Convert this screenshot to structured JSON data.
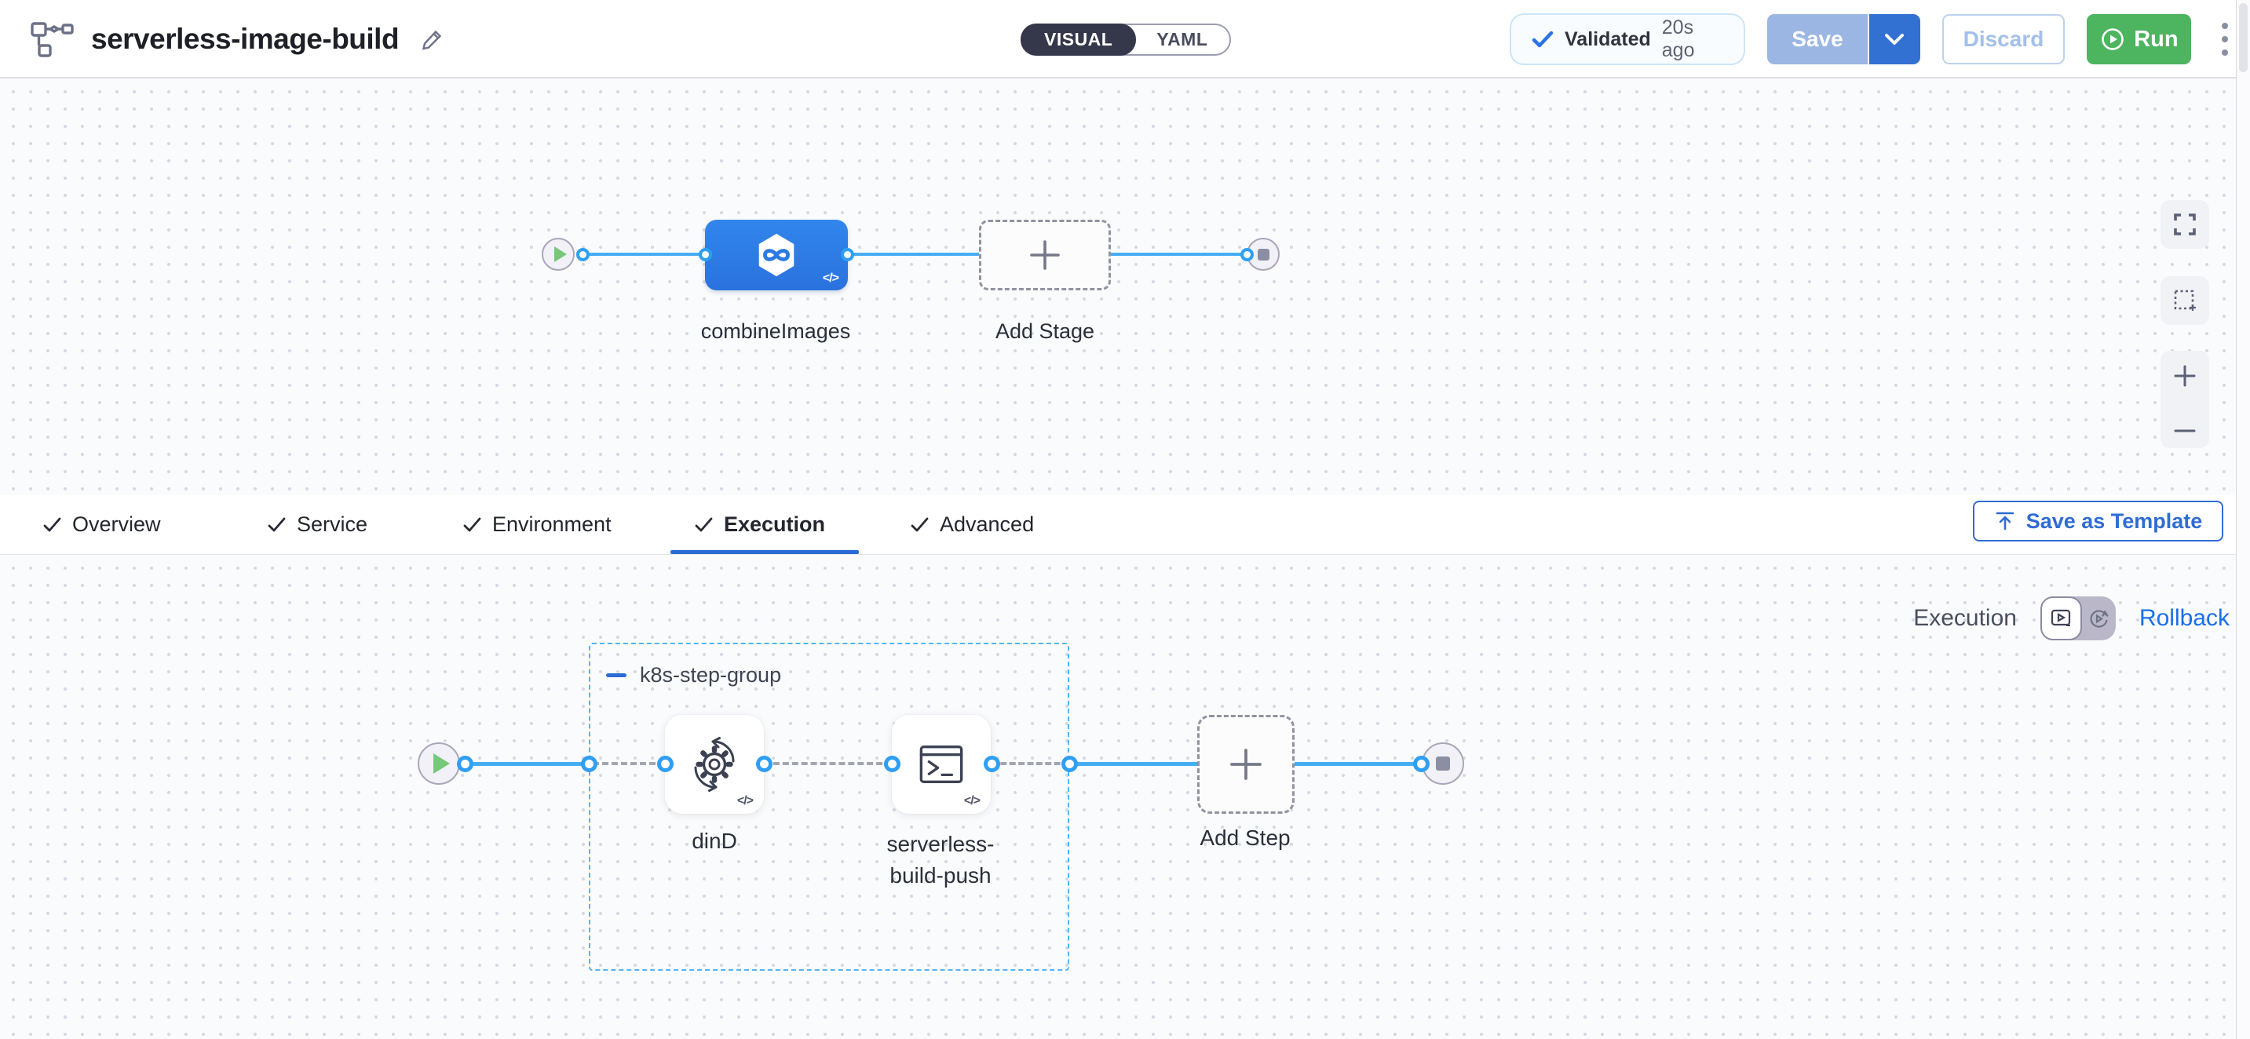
{
  "header": {
    "title": "serverless-image-build",
    "mode_toggle": {
      "visual_label": "VISUAL",
      "yaml_label": "YAML",
      "selected": "VISUAL"
    },
    "validation_badge": {
      "label": "Validated",
      "time": "20s ago"
    },
    "buttons": {
      "save": "Save",
      "discard": "Discard",
      "run": "Run"
    }
  },
  "stage_canvas": {
    "stage_label": "combineImages",
    "add_stage_label": "Add Stage"
  },
  "config_tabs": {
    "items": [
      {
        "label": "Overview",
        "checked": true,
        "active": false
      },
      {
        "label": "Service",
        "checked": true,
        "active": false
      },
      {
        "label": "Environment",
        "checked": true,
        "active": false
      },
      {
        "label": "Execution",
        "checked": true,
        "active": true
      },
      {
        "label": "Advanced",
        "checked": true,
        "active": false
      }
    ],
    "save_as_template_label": "Save as Template"
  },
  "execution_panel": {
    "mode_label": "Execution",
    "rollback_label": "Rollback",
    "step_group": {
      "name": "k8s-step-group",
      "steps": [
        {
          "name": "dinD"
        },
        {
          "name": "serverless-build-push"
        }
      ],
      "add_step_label": "Add Step"
    }
  },
  "icons": {
    "code_badge": "</>"
  },
  "colors": {
    "accent_blue": "#2f6cd3",
    "node_blue": "#2d7ce6",
    "edge_blue": "#45aef3",
    "port_blue": "#2f9ff2",
    "run_green": "#4db45f",
    "link_blue": "#1a6fe9",
    "toggle_dark": "#35374a"
  }
}
